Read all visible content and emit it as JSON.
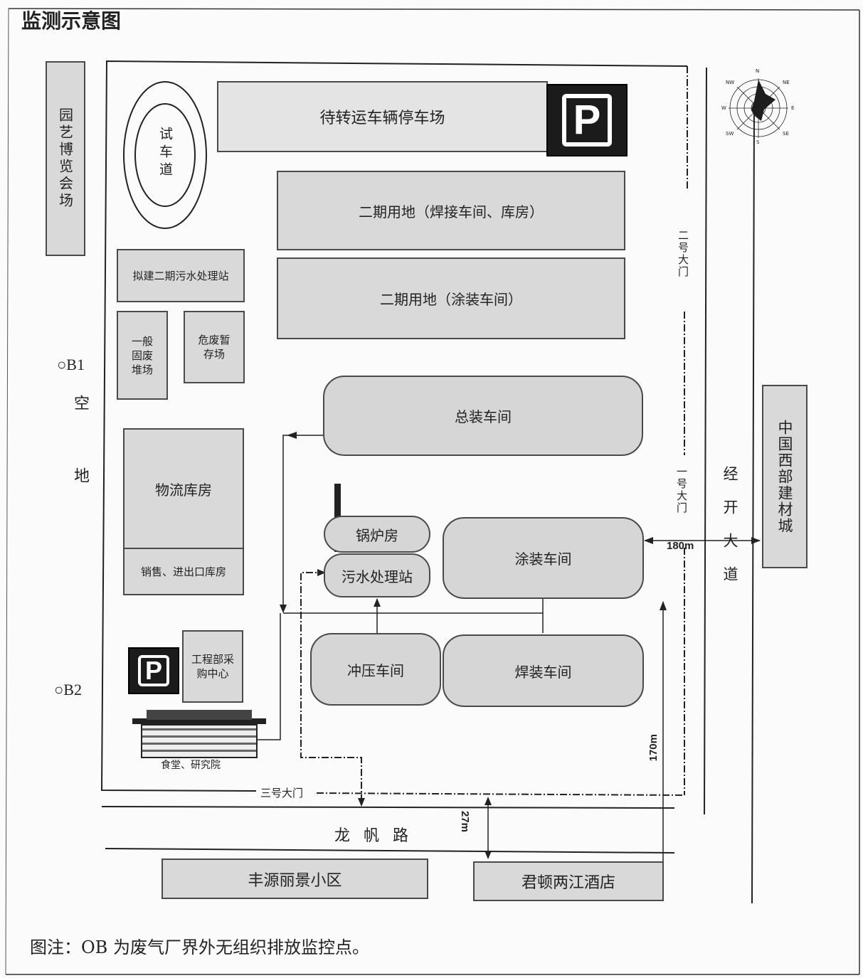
{
  "title": "监测示意图",
  "expo": "园艺博览会场",
  "test_track": "试车道",
  "parking_lot": "待转运车辆停车场",
  "parking_sign": "P",
  "phase2_weld": "二期用地（焊接车间、库房）",
  "phase2_paint": "二期用地（涂装车间）",
  "proposed_sewage": "拟建二期污水处理站",
  "general_waste": "一般固废堆场",
  "hazardous_waste": "危废暂存场",
  "general_assembly": "总装车间",
  "logistics": "物流库房",
  "sales_warehouse": "销售、进出口库房",
  "boiler": "锅炉房",
  "sewage_station": "污水处理站",
  "paint_shop": "涂装车间",
  "stamping": "冲压车间",
  "welding": "焊装车间",
  "engineering": "工程部采购中心",
  "canteen": "食堂、研究院",
  "gate2": "二号大门",
  "gate1": "一号大门",
  "gate3": "三号大门",
  "ob1": "○B1",
  "ob2": "○B2",
  "vacant_land": "空地",
  "road_longfan": "龙 帆 路",
  "avenue": "经开大道",
  "mall": "中国西部建材城",
  "residential": "丰源丽景小区",
  "hotel": "君顿两江酒店",
  "dist_180": "180m",
  "dist_170": "170m",
  "dist_27": "27m",
  "note": "图注：OB 为废气厂界外无组织排放监控点。",
  "compass": [
    "N",
    "NE",
    "E",
    "SE",
    "S",
    "SW",
    "W",
    "NW"
  ]
}
